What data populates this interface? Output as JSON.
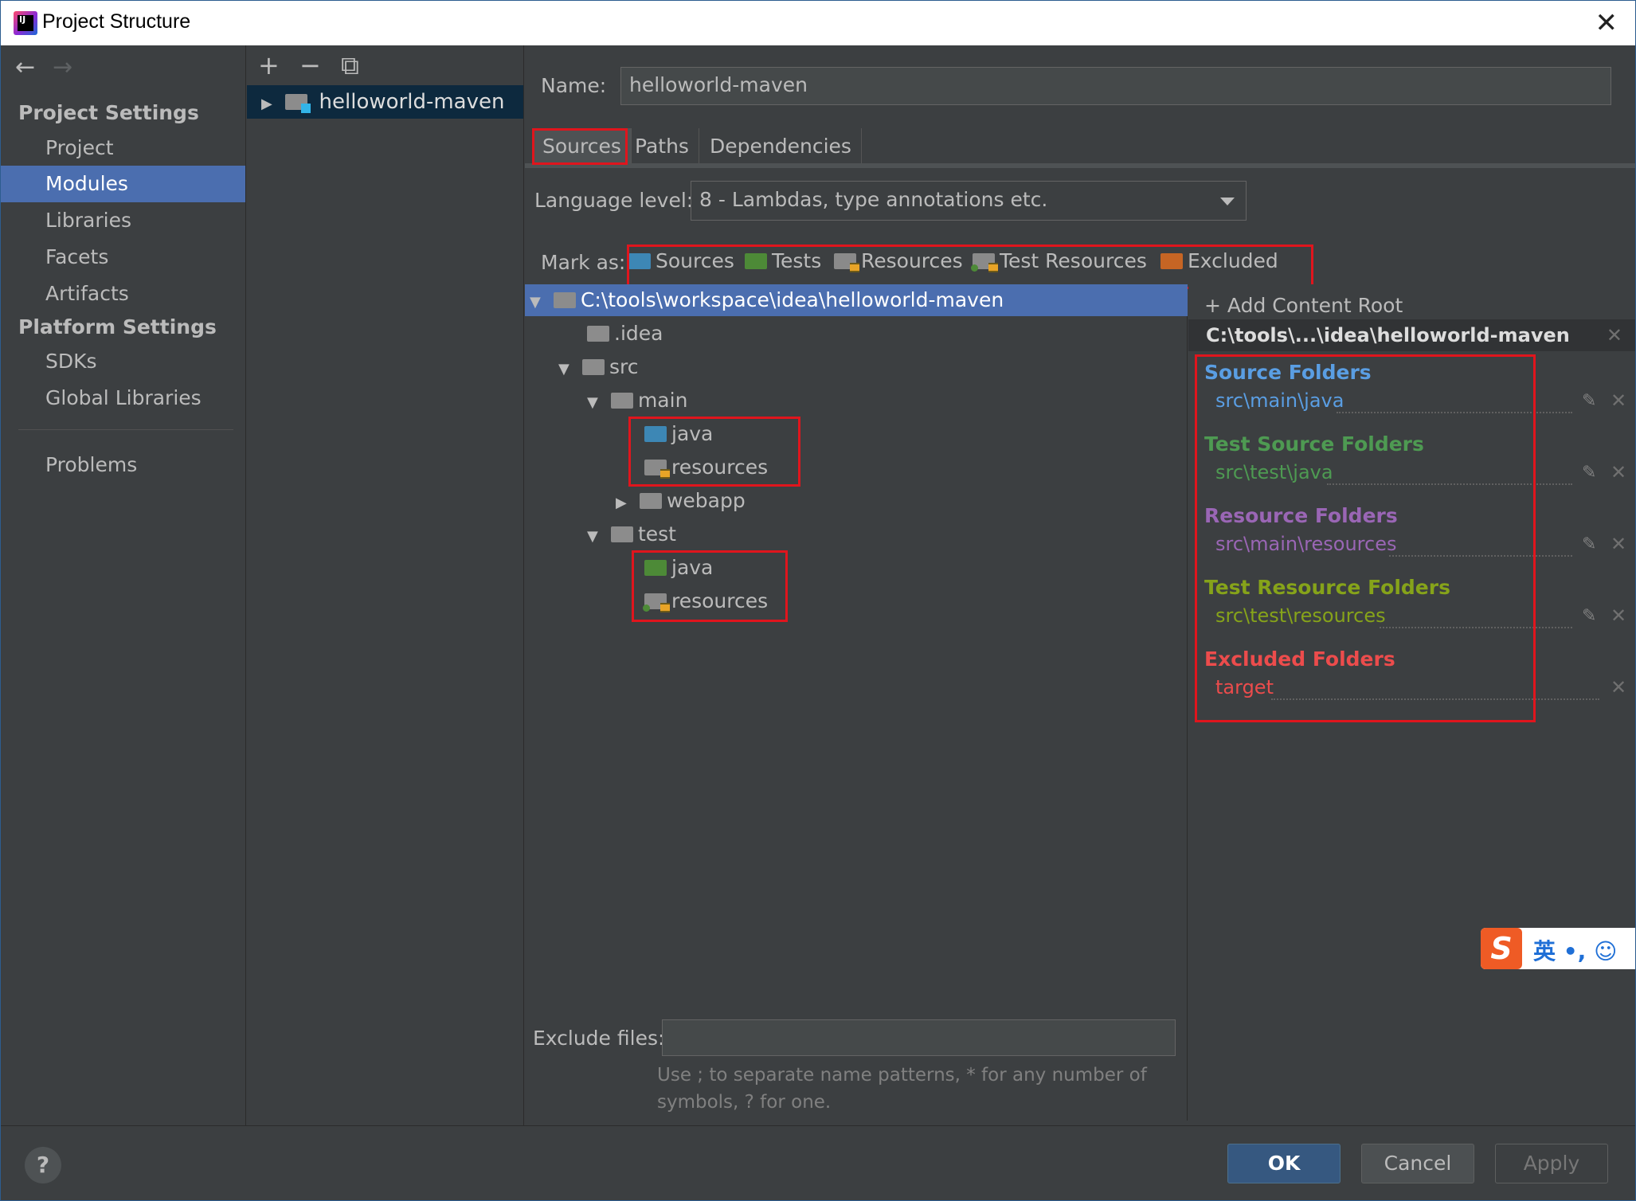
{
  "window": {
    "title": "Project Structure"
  },
  "nav": {
    "project_settings": "Project Settings",
    "items_top": [
      "Project",
      "Modules",
      "Libraries",
      "Facets",
      "Artifacts"
    ],
    "platform_settings": "Platform Settings",
    "items_platform": [
      "SDKs",
      "Global Libraries"
    ],
    "problems": "Problems",
    "selected": "Modules"
  },
  "modules": {
    "item": "helloworld-maven"
  },
  "name": {
    "label": "Name:",
    "value": "helloworld-maven"
  },
  "tabs": [
    "Sources",
    "Paths",
    "Dependencies"
  ],
  "language": {
    "label": "Language level:",
    "value": "8 - Lambdas, type annotations etc."
  },
  "mark_as": {
    "label": "Mark as:",
    "items": [
      "Sources",
      "Tests",
      "Resources",
      "Test Resources",
      "Excluded"
    ]
  },
  "tree": {
    "root": "C:\\tools\\workspace\\idea\\helloworld-maven",
    "idea": ".idea",
    "src": "src",
    "main": "main",
    "main_java": "java",
    "main_resources": "resources",
    "webapp": "webapp",
    "test": "test",
    "test_java": "java",
    "test_resources": "resources"
  },
  "roots": {
    "add": "Add Content Root",
    "header": "C:\\tools\\...\\idea\\helloworld-maven",
    "source_title": "Source Folders",
    "source_path": "src\\main\\java",
    "test_title": "Test Source Folders",
    "test_path": "src\\test\\java",
    "resource_title": "Resource Folders",
    "resource_path": "src\\main\\resources",
    "test_resource_title": "Test Resource Folders",
    "test_resource_path": "src\\test\\resources",
    "excluded_title": "Excluded Folders",
    "excluded_path": "target"
  },
  "colors": {
    "source": "#5a9ee3",
    "test": "#4e9a52",
    "resource": "#9a66b5",
    "test_resource": "#86a31a",
    "excluded": "#ec4c4c",
    "highlight": "#e0151d",
    "selection": "#4b6eaf"
  },
  "exclude": {
    "label": "Exclude files:",
    "hint": "Use ; to separate name patterns, * for any number of symbols, ? for one."
  },
  "buttons": {
    "help": "?",
    "ok": "OK",
    "cancel": "Cancel",
    "apply": "Apply"
  },
  "ime": {
    "logo": "S",
    "lang": "英"
  }
}
